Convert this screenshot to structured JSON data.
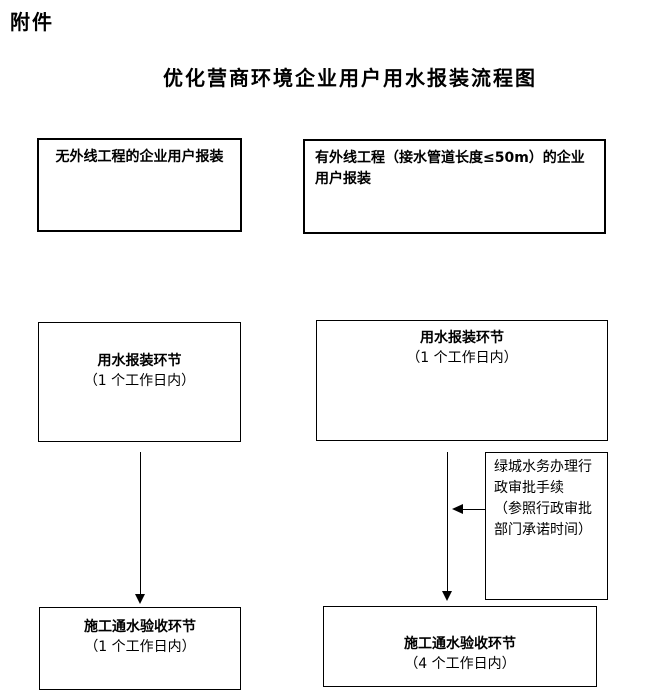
{
  "page": {
    "attachment_label": "附件",
    "title": "优化营商环境企业用户用水报装流程图"
  },
  "flowchart": {
    "left": {
      "entry": "无外线工程的企业用户报装",
      "step1_title": "用水报装环节",
      "step1_duration": "（1 个工作日内）",
      "step2_title": "施工通水验收环节",
      "step2_duration": "（1 个工作日内）"
    },
    "right": {
      "entry": "有外线工程（接水管道长度≤50m）的企业用户报装",
      "step1_title": "用水报装环节",
      "step1_duration": "（1 个工作日内）",
      "side_note_line1": "绿城水务办理行政审批手续",
      "side_note_line2": "（参照行政审批部门承诺时间）",
      "step2_title": "施工通水验收环节",
      "step2_duration": "（4 个工作日内）"
    }
  },
  "colors": {
    "text": "#000000",
    "border": "#000000",
    "background": "#ffffff"
  }
}
